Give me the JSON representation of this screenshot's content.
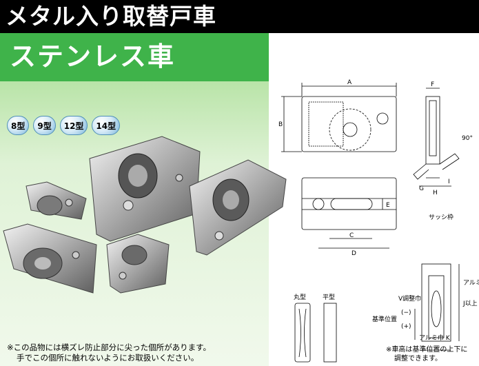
{
  "header": {
    "title": "メタル入り取替戸車"
  },
  "sub_title": "ステンレス車",
  "types": [
    "8型",
    "9型",
    "12型",
    "14型"
  ],
  "notes": {
    "left_line1": "※この品物には横ズレ防止部分に尖った個所があります。",
    "left_line2": "手でこの個所に触れないようにお取扱いください。",
    "right_line1": "※車高は基準位置の上下に",
    "right_line2": "調整できます。"
  },
  "dimensions": {
    "A": "A",
    "B": "B",
    "C": "C",
    "D": "D",
    "E": "E",
    "F": "F",
    "G": "G",
    "H": "H",
    "I": "I",
    "J_label": "J以上",
    "K_label": "アルミ巾 K",
    "angle": "90°",
    "sash_frame": "サッシ枠",
    "aluminum_height": "アルミ高さ",
    "adjust_width": "V調整巾",
    "minus": "(−)",
    "plus": "(+)",
    "base_position": "基準位置",
    "round_type": "丸型",
    "flat_type": "平型"
  },
  "colors": {
    "banner": "#000000",
    "green": "#3fb34a",
    "badge_border": "#4f8fb8"
  }
}
